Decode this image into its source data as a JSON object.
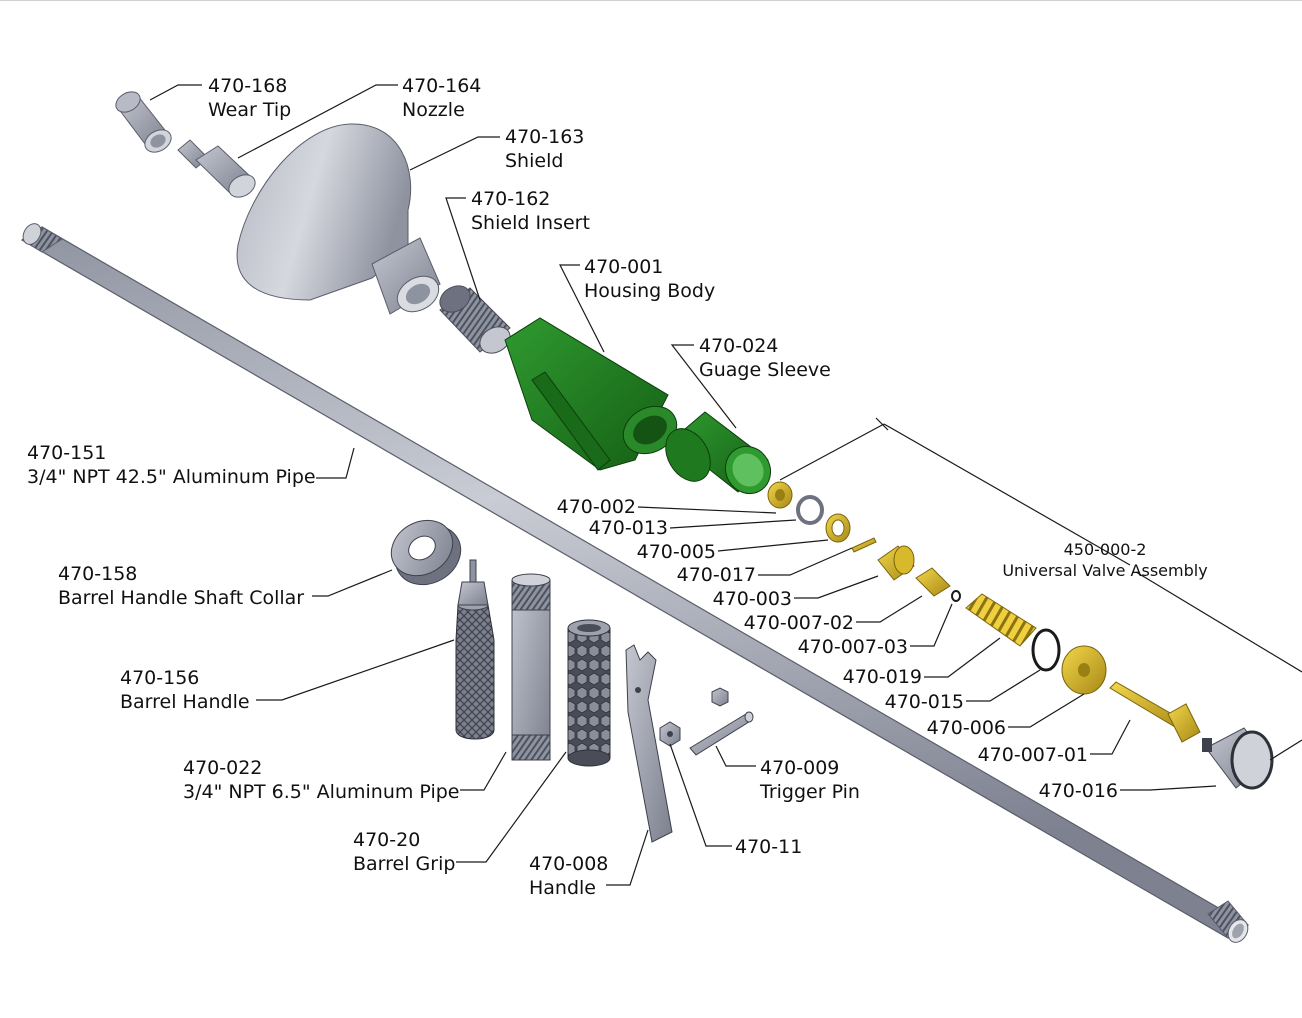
{
  "colors": {
    "gray": "#9ea2ae",
    "gray_dark": "#6e7280",
    "green": "#1f7a1f",
    "green_dark": "#145314",
    "brass": "#d8b92c",
    "brass_dark": "#9a7f12",
    "line": "#1a1a1a"
  },
  "parts": {
    "p470_168": {
      "number": "470-168",
      "name": "Wear Tip"
    },
    "p470_164": {
      "number": "470-164",
      "name": "Nozzle"
    },
    "p470_163": {
      "number": "470-163",
      "name": "Shield"
    },
    "p470_162": {
      "number": "470-162",
      "name": "Shield Insert"
    },
    "p470_001": {
      "number": "470-001",
      "name": "Housing Body"
    },
    "p470_024": {
      "number": "470-024",
      "name": "Guage Sleeve"
    },
    "p470_151": {
      "number": "470-151",
      "name": "3/4\" NPT 42.5\" Aluminum Pipe"
    },
    "p450_000_2": {
      "number": "450-000-2",
      "name": "Universal Valve Assembly"
    },
    "p470_002": {
      "number": "470-002"
    },
    "p470_013": {
      "number": "470-013"
    },
    "p470_005": {
      "number": "470-005"
    },
    "p470_017": {
      "number": "470-017"
    },
    "p470_003": {
      "number": "470-003"
    },
    "p470_007_02": {
      "number": "470-007-02"
    },
    "p470_007_03": {
      "number": "470-007-03"
    },
    "p470_019": {
      "number": "470-019"
    },
    "p470_015": {
      "number": "470-015"
    },
    "p470_006": {
      "number": "470-006"
    },
    "p470_007_01": {
      "number": "470-007-01"
    },
    "p470_016": {
      "number": "470-016"
    },
    "p470_158": {
      "number": "470-158",
      "name": "Barrel Handle Shaft Collar"
    },
    "p470_156": {
      "number": "470-156",
      "name": "Barrel Handle"
    },
    "p470_022": {
      "number": "470-022",
      "name": "3/4\" NPT 6.5\" Aluminum Pipe"
    },
    "p470_20": {
      "number": "470-20",
      "name": "Barrel Grip"
    },
    "p470_008": {
      "number": "470-008",
      "name": "Handle"
    },
    "p470_009": {
      "number": "470-009",
      "name": "Trigger Pin"
    },
    "p470_11": {
      "number": "470-11"
    }
  }
}
